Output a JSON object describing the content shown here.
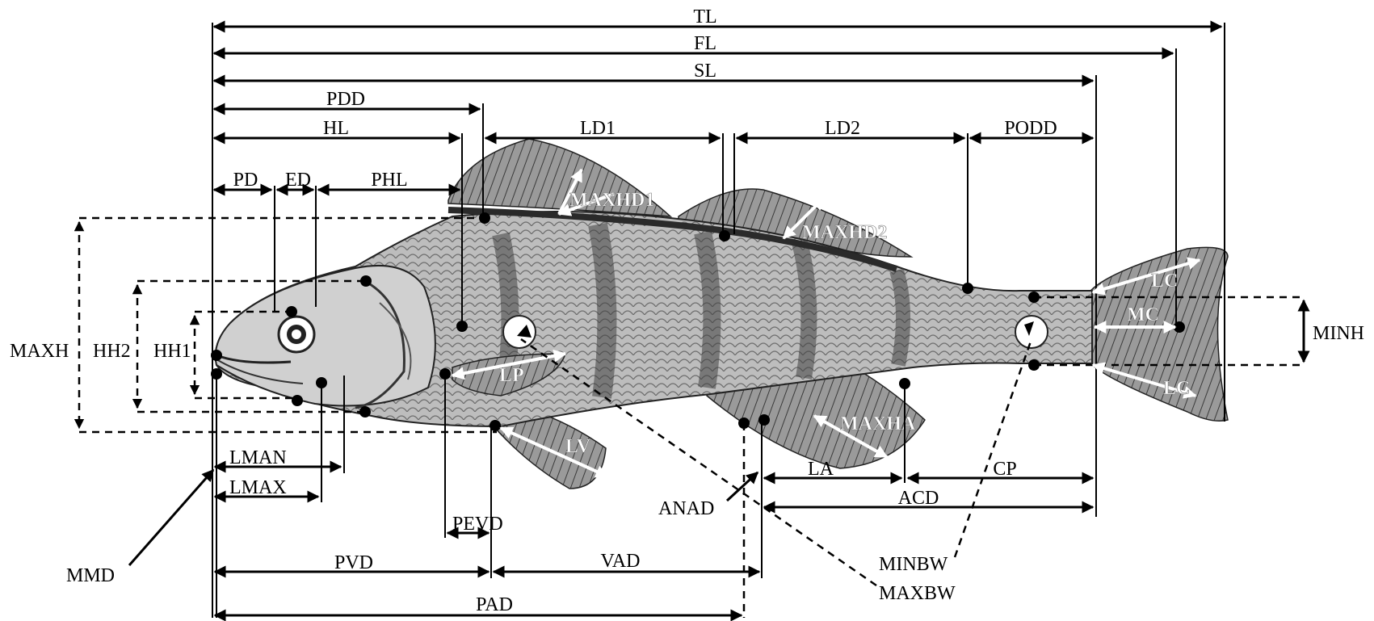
{
  "labels": {
    "tl": "TL",
    "fl": "FL",
    "sl": "SL",
    "pdd": "PDD",
    "hl": "HL",
    "ld1": "LD1",
    "ld2": "LD2",
    "podd": "PODD",
    "pd": "PD",
    "ed": "ED",
    "phl": "PHL",
    "maxhd1": "MAXHD1",
    "maxhd2": "MAXHD2",
    "maxha": "MAXHA",
    "lc_upper": "LC",
    "mc": "MC",
    "lc_lower": "LC",
    "lp": "LP",
    "lv": "LV",
    "maxh": "MAXH",
    "hh2": "HH2",
    "hh1": "HH1",
    "minh": "MINH",
    "lman": "LMAN",
    "lmax": "LMAX",
    "mmd": "MMD",
    "pevd": "PEVD",
    "anad": "ANAD",
    "la": "LA",
    "cp": "CP",
    "acd": "ACD",
    "pvd": "PVD",
    "vad": "VAD",
    "pad": "PAD",
    "minbw": "MINBW",
    "maxbw": "MAXBW"
  },
  "colors": {
    "ink": "#000000",
    "fish_body": "#b9b9b9",
    "fish_dark": "#4a4a4a",
    "fin": "#8a8a8a",
    "paper": "#ffffff"
  }
}
